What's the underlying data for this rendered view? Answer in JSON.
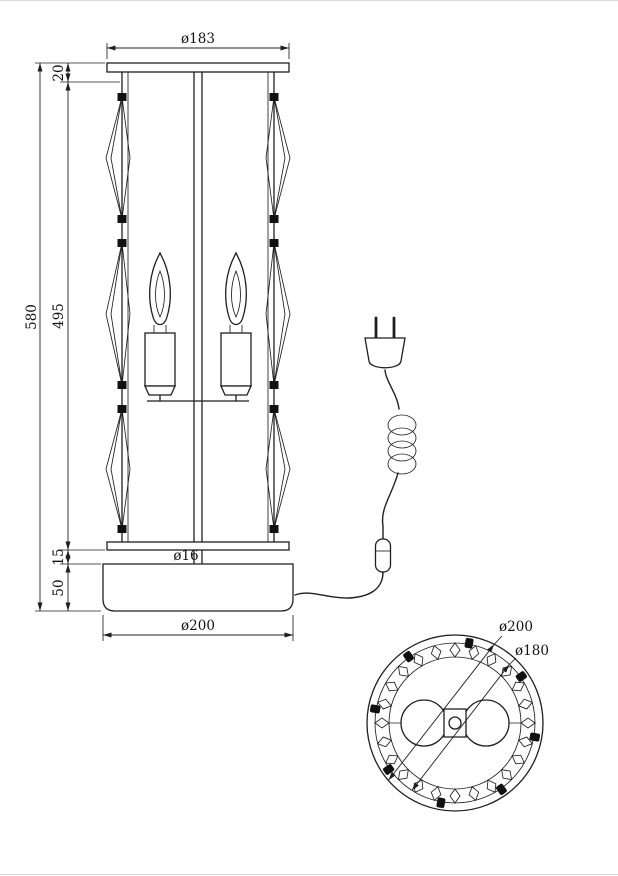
{
  "drawing": {
    "front": {
      "top_diameter": "ø183",
      "top_inset": "20",
      "shade_height": "495",
      "total_height": "580",
      "neck_height": "15",
      "base_height": "50",
      "stem_diameter": "ø16",
      "base_diameter": "ø200"
    },
    "plan": {
      "outer_diameter": "ø200",
      "crystal_ring_diameter": "ø180"
    }
  }
}
